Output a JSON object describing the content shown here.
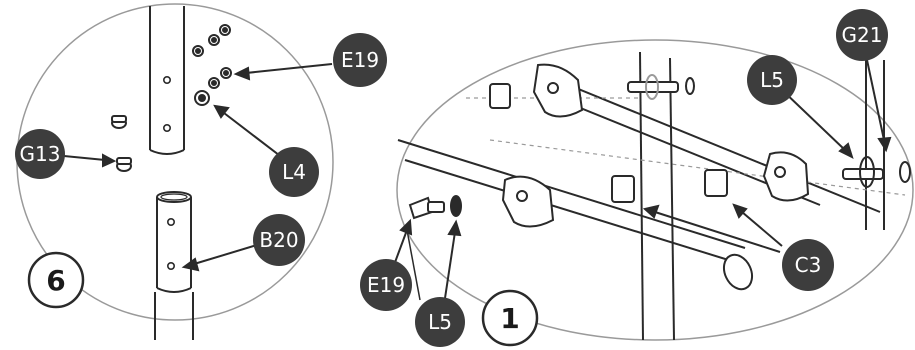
{
  "panels": [
    {
      "step": "6",
      "labels": [
        {
          "id": "E19",
          "text": "E19"
        },
        {
          "id": "L4",
          "text": "L4"
        },
        {
          "id": "G13",
          "text": "G13"
        },
        {
          "id": "B20",
          "text": "B20"
        }
      ]
    },
    {
      "step": "1",
      "labels": [
        {
          "id": "G21",
          "text": "G21"
        },
        {
          "id": "L5-top",
          "text": "L5"
        },
        {
          "id": "C3",
          "text": "C3"
        },
        {
          "id": "E19-left",
          "text": "E19"
        },
        {
          "id": "L5-bottom",
          "text": "L5"
        }
      ]
    }
  ],
  "colors": {
    "label_fill": "#3d3d3d",
    "label_text": "#ffffff",
    "outline": "#2a2a2a",
    "frame": "#9a9a9a"
  }
}
